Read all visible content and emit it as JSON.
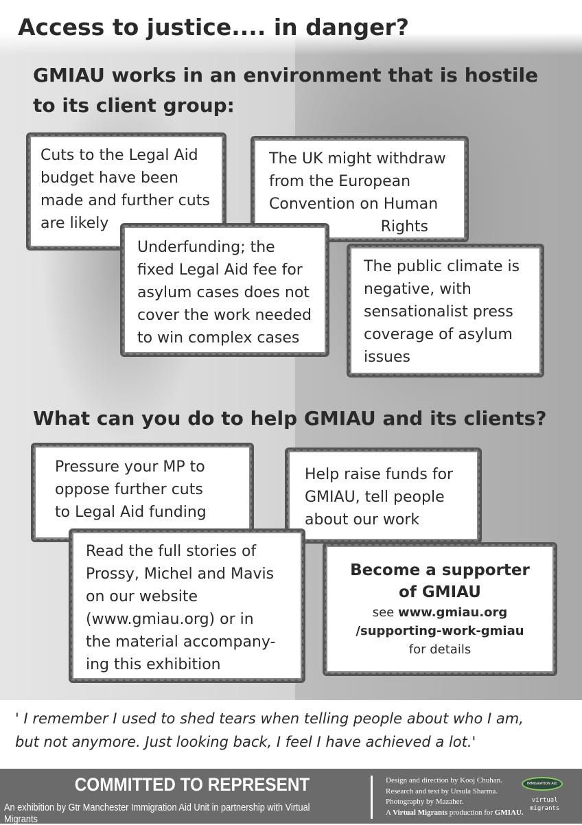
{
  "title": "Access to justice.... in danger?",
  "section1": {
    "heading_line1": "GMIAU works in an environment that is hostile",
    "heading_line2": "to its client group:",
    "boxes": [
      {
        "lines": [
          "Cuts to the Legal Aid",
          "budget have been",
          "made and further cuts",
          "are likely"
        ]
      },
      {
        "lines": [
          "The UK might withdraw",
          "from the European",
          "Convention on Human",
          "Rights"
        ]
      },
      {
        "lines": [
          "Underfunding; the",
          "fixed Legal Aid fee for",
          "asylum cases does not",
          "cover the work needed",
          "to win complex cases"
        ]
      },
      {
        "lines": [
          "The public climate is",
          "negative, with",
          "sensationalist press",
          "coverage of asylum",
          "issues"
        ]
      }
    ]
  },
  "section2": {
    "heading": "What can you do to help GMIAU and its clients?",
    "boxes": [
      {
        "lines": [
          "Pressure your MP to",
          "oppose further cuts",
          "to Legal Aid funding"
        ]
      },
      {
        "lines": [
          "Help raise funds for",
          "GMIAU, tell people",
          "about our work"
        ]
      },
      {
        "lines": [
          "Read the full stories of",
          "Prossy, Michel and Mavis",
          "on our website",
          "(www.gmiau.org) or in",
          "the material accompany-",
          "ing this exhibition"
        ]
      },
      {
        "title1": "Become a supporter",
        "title2": "of GMIAU",
        "see": "see ",
        "url1": "www.gmiau.org",
        "url2": "/supporting-work-gmiau",
        "details": "for details"
      }
    ]
  },
  "quote": {
    "line1": "' I remember I used to shed tears when telling people about who I am,",
    "line2": "but not anymore.  Just looking back, I feel I have achieved a lot.'"
  },
  "footer": {
    "title": "COMMITTED TO REPRESENT",
    "subtitle": "An exhibition by Gtr Manchester Immigration Aid Unit in partnership with Virtual Migrants",
    "credits": [
      "Design and direction by Kooj Chuhan.",
      "Research and text by Ursula Sharma.",
      "Photography by Mazaher."
    ],
    "credit4_a": "A ",
    "credit4_b": "Virtual Migrants",
    "credit4_c": " production for ",
    "credit4_d": "GMIAU.",
    "logo_gmiau": "IMMIGRATION AID UNIT",
    "logo_vm_1": "virtual",
    "logo_vm_2": "migrants"
  }
}
